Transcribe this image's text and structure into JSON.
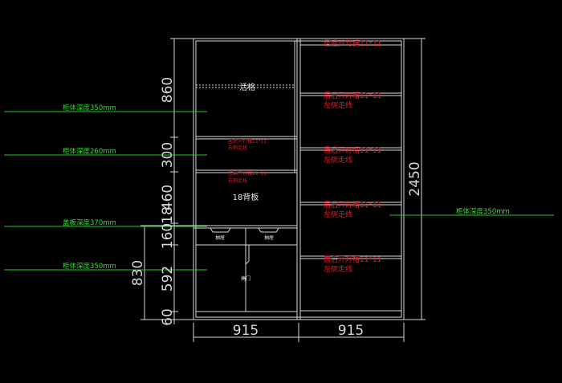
{
  "depth_labels": {
    "upper": "柜体深度350mm",
    "middle": "柜体深度260mm",
    "cover": "盖板深度370mm",
    "lower": "柜体深度350mm",
    "right": "柜体深度350mm"
  },
  "dims_left": {
    "d1": "860",
    "d2": "300",
    "d3": "460",
    "d4": "18",
    "d5": "160",
    "d6": "592",
    "d7": "60"
  },
  "dim_830": "830",
  "dim_total": "2450",
  "width_left": "915",
  "width_right": "915",
  "labels": {
    "open_shelf": "活格",
    "back_panel": "18背板",
    "drawer": "抽屉",
    "door": "掩门"
  },
  "notes": {
    "groove": "居后开灯槽11*11",
    "left_wire": "左侧走线",
    "right_wire": "右侧走线"
  }
}
